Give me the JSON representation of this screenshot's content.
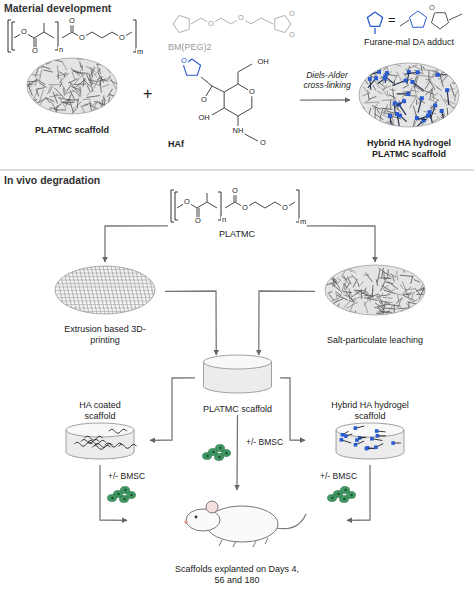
{
  "diagram": {
    "nodes": [
      {
        "text": [
          "PLATMC scaffold"
        ]
      },
      {
        "text": [
          "BM(PEG)2"
        ]
      },
      {
        "text": [
          "HAf"
        ]
      },
      {
        "text": [
          "Hybrid HA hydrogel PLATMC scaffold"
        ]
      },
      {
        "text": [
          "PLATMC"
        ]
      },
      {
        "text": [
          "Extrusion based 3D-printing"
        ]
      },
      {
        "text": [
          "Salt-particulate leaching"
        ]
      },
      {
        "text": [
          "PLATMC scaffold"
        ]
      },
      {
        "text": [
          "HA coated scaffold"
        ]
      },
      {
        "text": [
          "Hybrid HA hydrogel scaffold"
        ]
      },
      {
        "text": [
          "Scaffolds explanted on Days 4, 56 and 180"
        ]
      }
    ],
    "edges": [
      {
        "from": 2,
        "to": 3,
        "arrow": "to",
        "label": "Diels-Alder cross-linking"
      },
      {
        "from": 4,
        "to": 5,
        "arrow": "to"
      },
      {
        "from": 4,
        "to": 6,
        "arrow": "to"
      },
      {
        "from": 5,
        "to": 7,
        "arrow": "to"
      },
      {
        "from": 6,
        "to": 7,
        "arrow": "to"
      },
      {
        "from": 7,
        "to": 8,
        "arrow": "to"
      },
      {
        "from": 7,
        "to": 9,
        "arrow": "to"
      },
      {
        "from": 7,
        "to": 10,
        "arrow": "to",
        "label": "+/- BMSC"
      },
      {
        "from": 8,
        "to": 10,
        "arrow": "to",
        "label": "+/- BMSC"
      },
      {
        "from": 9,
        "to": 10,
        "arrow": "to",
        "label": "+/- BMSC"
      }
    ],
    "labels": [
      "Material development",
      "In vivo degradation",
      "+",
      "=",
      "O",
      "O",
      "O",
      "O",
      "O",
      "n",
      "m",
      "O",
      "O",
      "O",
      "O",
      "O",
      "n",
      "m",
      "O",
      "O",
      "O",
      "OH",
      "OH",
      "NH",
      "O",
      "O",
      "O",
      "O",
      "O",
      "O"
    ],
    "legend": [
      {
        "text": "Furane-mal DA adduct"
      }
    ]
  }
}
